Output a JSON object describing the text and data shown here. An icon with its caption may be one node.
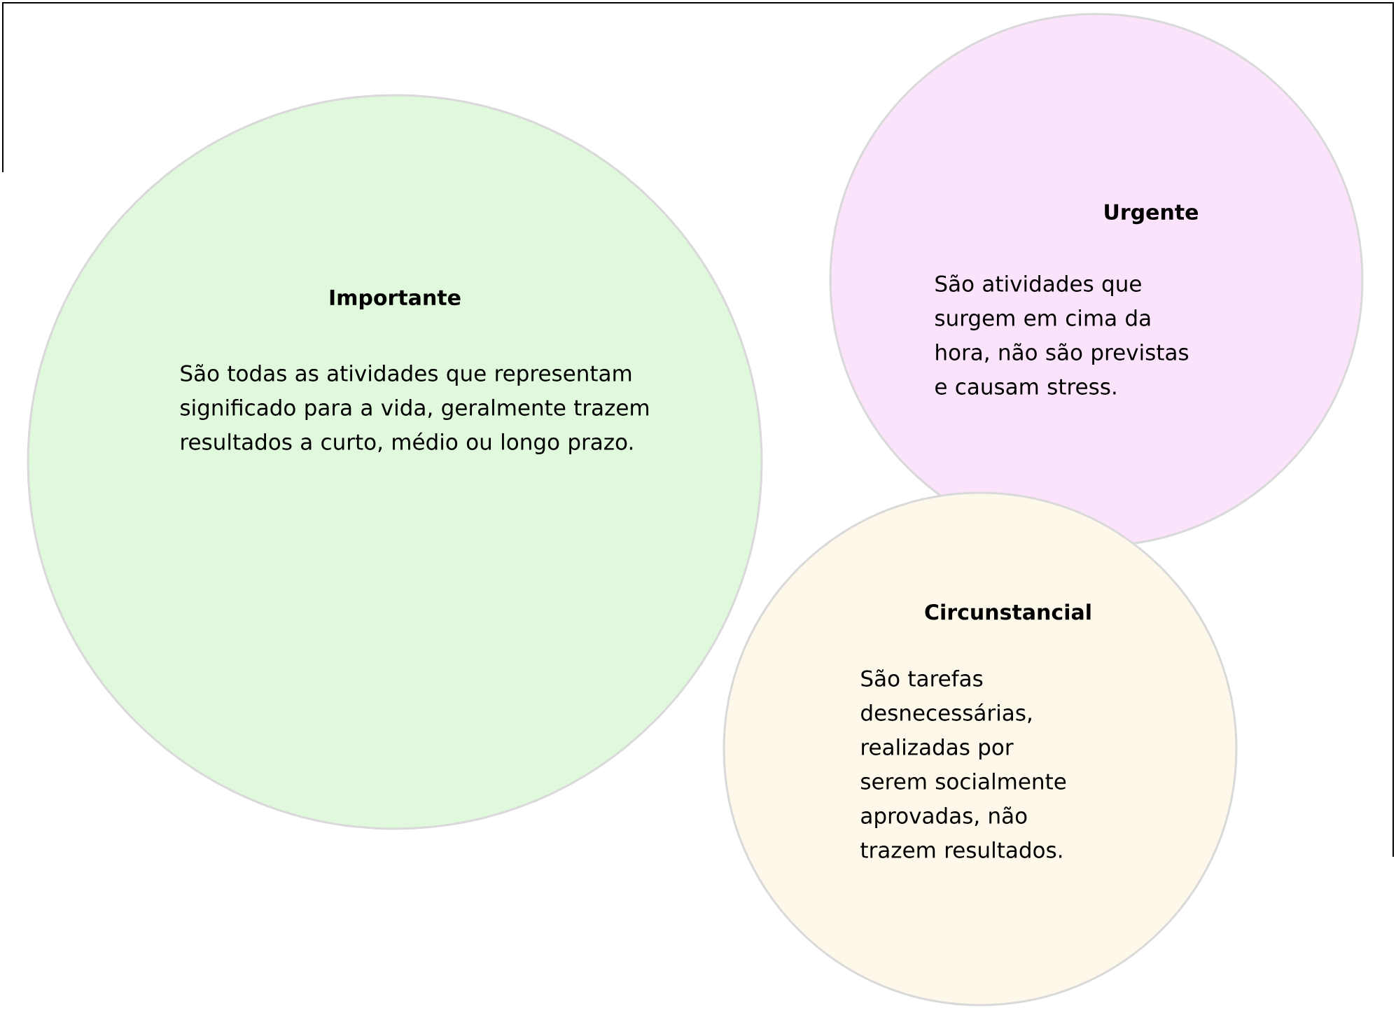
{
  "diagram": {
    "nodes": [
      {
        "text": [
          "Importante",
          "São todas as atividades que representam significado para a vida, geralmente trazem resultados a curto, médio ou longo prazo."
        ]
      },
      {
        "text": [
          "Urgente",
          "São atividades que surgem em cima da hora, não são previstas e causam stress."
        ]
      },
      {
        "text": [
          "Circunstancial",
          "São tarefas desnecessárias, realizadas por serem socialmente aprovadas, não trazem resultados."
        ]
      }
    ]
  }
}
